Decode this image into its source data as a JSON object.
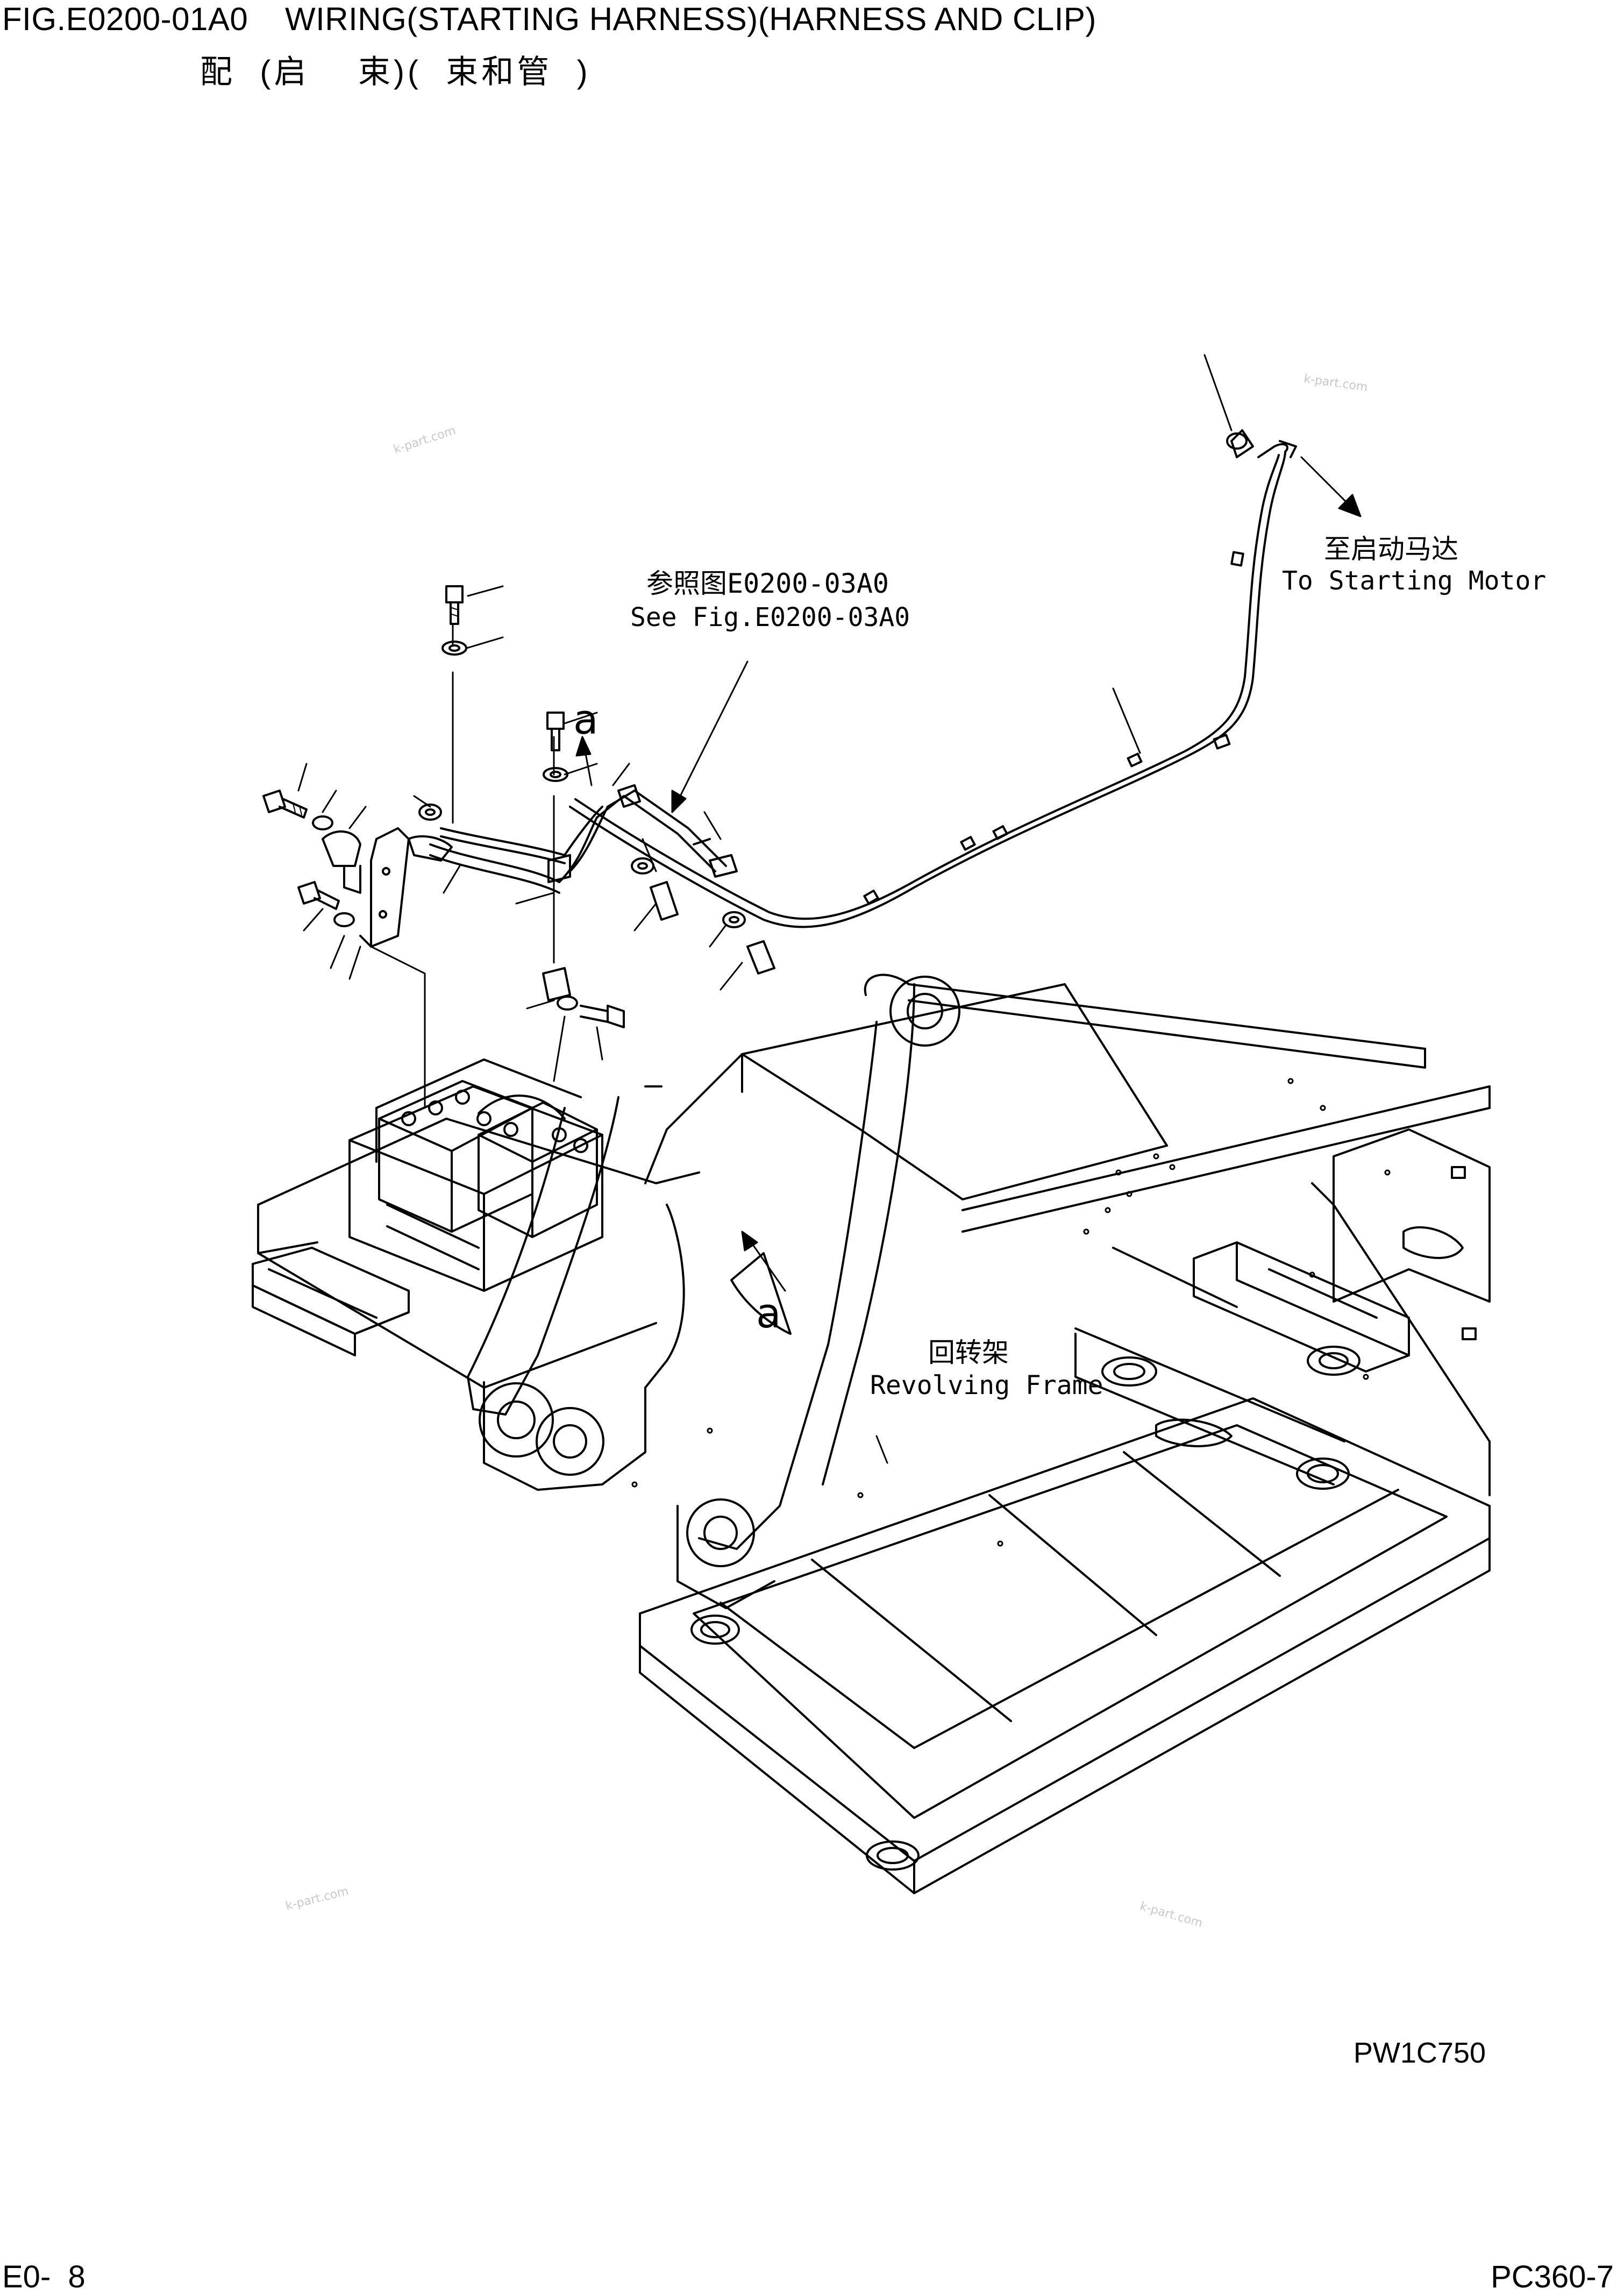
{
  "header": {
    "title": "FIG.E0200-01A0    WIRING(STARTING HARNESS)(HARNESS AND CLIP)",
    "subtitle": "配  (启    束)(  束和管  )"
  },
  "callouts": {
    "see_fig_cn": "参照图E0200-03A0",
    "see_fig_en": "See Fig.E0200-03A0",
    "to_motor_cn": "至启动马达",
    "to_motor_en": "To Starting Motor",
    "frame_cn": "回转架",
    "frame_en": "Revolving Frame",
    "detail_label": "a"
  },
  "footer": {
    "drawing_no": "PW1C750",
    "page_no": "E0-  8",
    "model_no": "PC360-7"
  },
  "watermark": "k-part.com",
  "colors": {
    "ink": "#000000",
    "paper": "#ffffff",
    "watermark": "#c8c8c8"
  }
}
